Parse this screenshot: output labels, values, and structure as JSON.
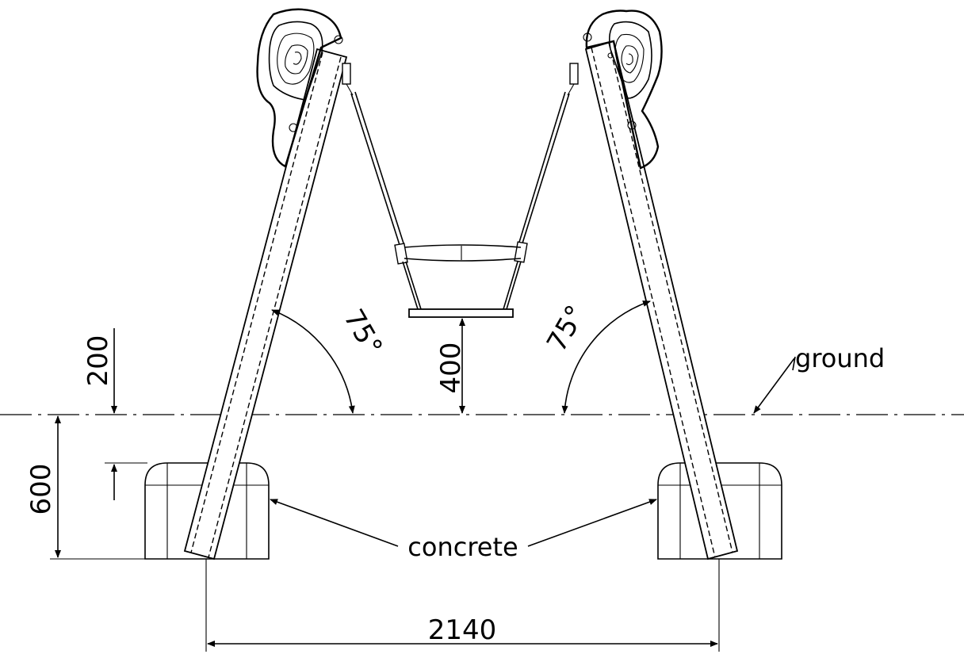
{
  "dimensions": {
    "width_total": "2140",
    "foundation_depth": "600",
    "post_below_ground": "200",
    "seat_clearance": "400",
    "angle_left": "75°",
    "angle_right": "75°"
  },
  "labels": {
    "ground": "ground",
    "concrete": "concrete"
  }
}
